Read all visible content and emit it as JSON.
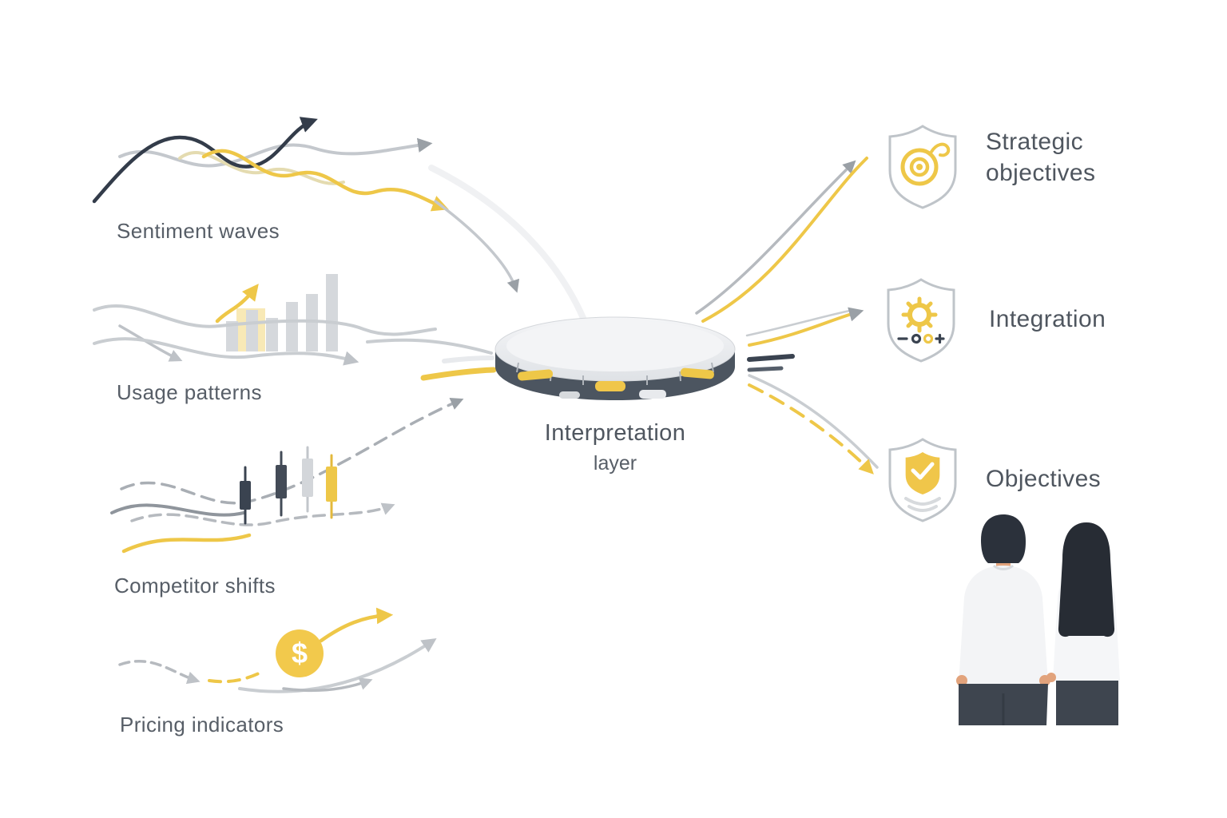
{
  "colors": {
    "yellow": "#EEC748",
    "dark_navy": "#333C4A",
    "gray": "#C9CDD1",
    "light_gray": "#E8EAED",
    "text": "#575E67"
  },
  "inputs": [
    {
      "label": "Sentiment waves",
      "icon": "wave-lines-icon"
    },
    {
      "label": "Usage patterns",
      "icon": "bar-chart-icon"
    },
    {
      "label": "Competitor shifts",
      "icon": "candlestick-icon"
    },
    {
      "label": "Pricing indicators",
      "icon": "dollar-circle-icon"
    }
  ],
  "center": {
    "title": "Interpretation",
    "subtitle": "layer",
    "icon": "interpretation-disk-icon"
  },
  "outputs": [
    {
      "label": "Strategic\nobjectives",
      "icon": "target-shield-icon"
    },
    {
      "label": "Integration",
      "icon": "gear-shield-icon"
    },
    {
      "label": "Objectives",
      "icon": "check-shield-icon"
    }
  ],
  "icons": {
    "dollar_symbol": "$"
  }
}
